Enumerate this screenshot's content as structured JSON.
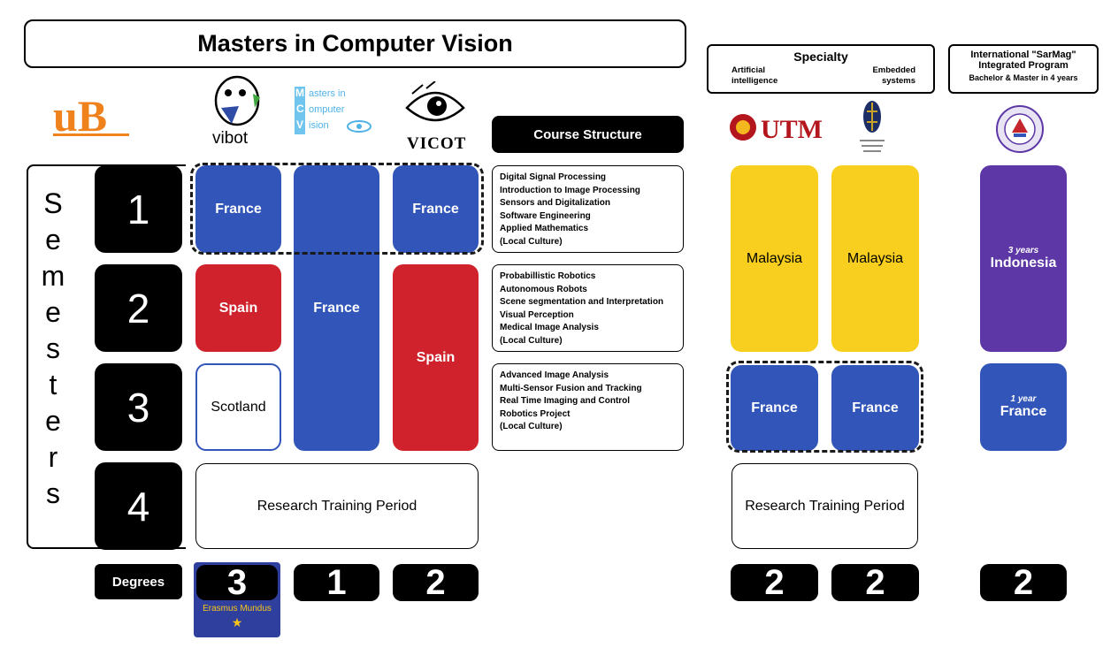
{
  "title": "Masters in Computer Vision",
  "specialty": {
    "title": "Specialty",
    "left": "Artificial intelligence",
    "right": "Embedded systems"
  },
  "international": {
    "line1": "International \"SarMag\"",
    "line2": "Integrated Program",
    "line3": "Bachelor & Master in 4 years"
  },
  "logos": {
    "ub": "uB",
    "vibot": "vibot",
    "mcv_letters": [
      "M",
      "C",
      "V"
    ],
    "mcv_words": [
      "asters in",
      "omputer",
      "ision"
    ],
    "vicot": "VICOT",
    "utm": "UTM"
  },
  "course_structure_label": "Course Structure",
  "semesters_label": [
    "S",
    "e",
    "m",
    "e",
    "s",
    "t",
    "e",
    "r",
    "s"
  ],
  "semester_numbers": [
    "1",
    "2",
    "3",
    "4"
  ],
  "cells": {
    "vibot_s1": "France",
    "mcv_s1_3": "France",
    "vicot_s1": "France",
    "vibot_s2": "Spain",
    "vicot_s2_3": "Spain",
    "vibot_s3": "Scotland",
    "research": "Research Training Period",
    "utm_ai_s1_2": "Malaysia",
    "utm_es_s1_2": "Malaysia",
    "ai_s3": "France",
    "es_s3": "France",
    "research_right": "Research Training Period",
    "indonesia_years": "3 years",
    "indonesia": "Indonesia",
    "france_years": "1 year",
    "france_right": "France"
  },
  "courses": {
    "s1": [
      "Digital Signal Processing",
      "Introduction to Image Processing",
      "Sensors and Digitalization",
      "Software Engineering",
      "Applied Mathematics",
      "(Local Culture)"
    ],
    "s2": [
      "Probabillistic Robotics",
      "Autonomous Robots",
      "Scene segmentation and Interpretation",
      "Visual Perception",
      "Medical Image Analysis",
      "(Local Culture)"
    ],
    "s3": [
      "Advanced Image Analysis",
      "Multi-Sensor Fusion and Tracking",
      "Real Time Imaging and Control",
      "Robotics Project",
      "(Local Culture)"
    ]
  },
  "degrees": {
    "label": "Degrees",
    "vibot": "3",
    "mcv": "1",
    "vicot": "2",
    "ai": "2",
    "es": "2",
    "intl": "2",
    "erasmus": "Erasmus Mundus",
    "star": "★"
  },
  "colors": {
    "blue": "#3155b9",
    "red": "#cf222c",
    "yellow": "#f8cf1e",
    "purple": "#5d37a6",
    "ub_orange": "#f0821e",
    "utm_red": "#b3161c"
  }
}
